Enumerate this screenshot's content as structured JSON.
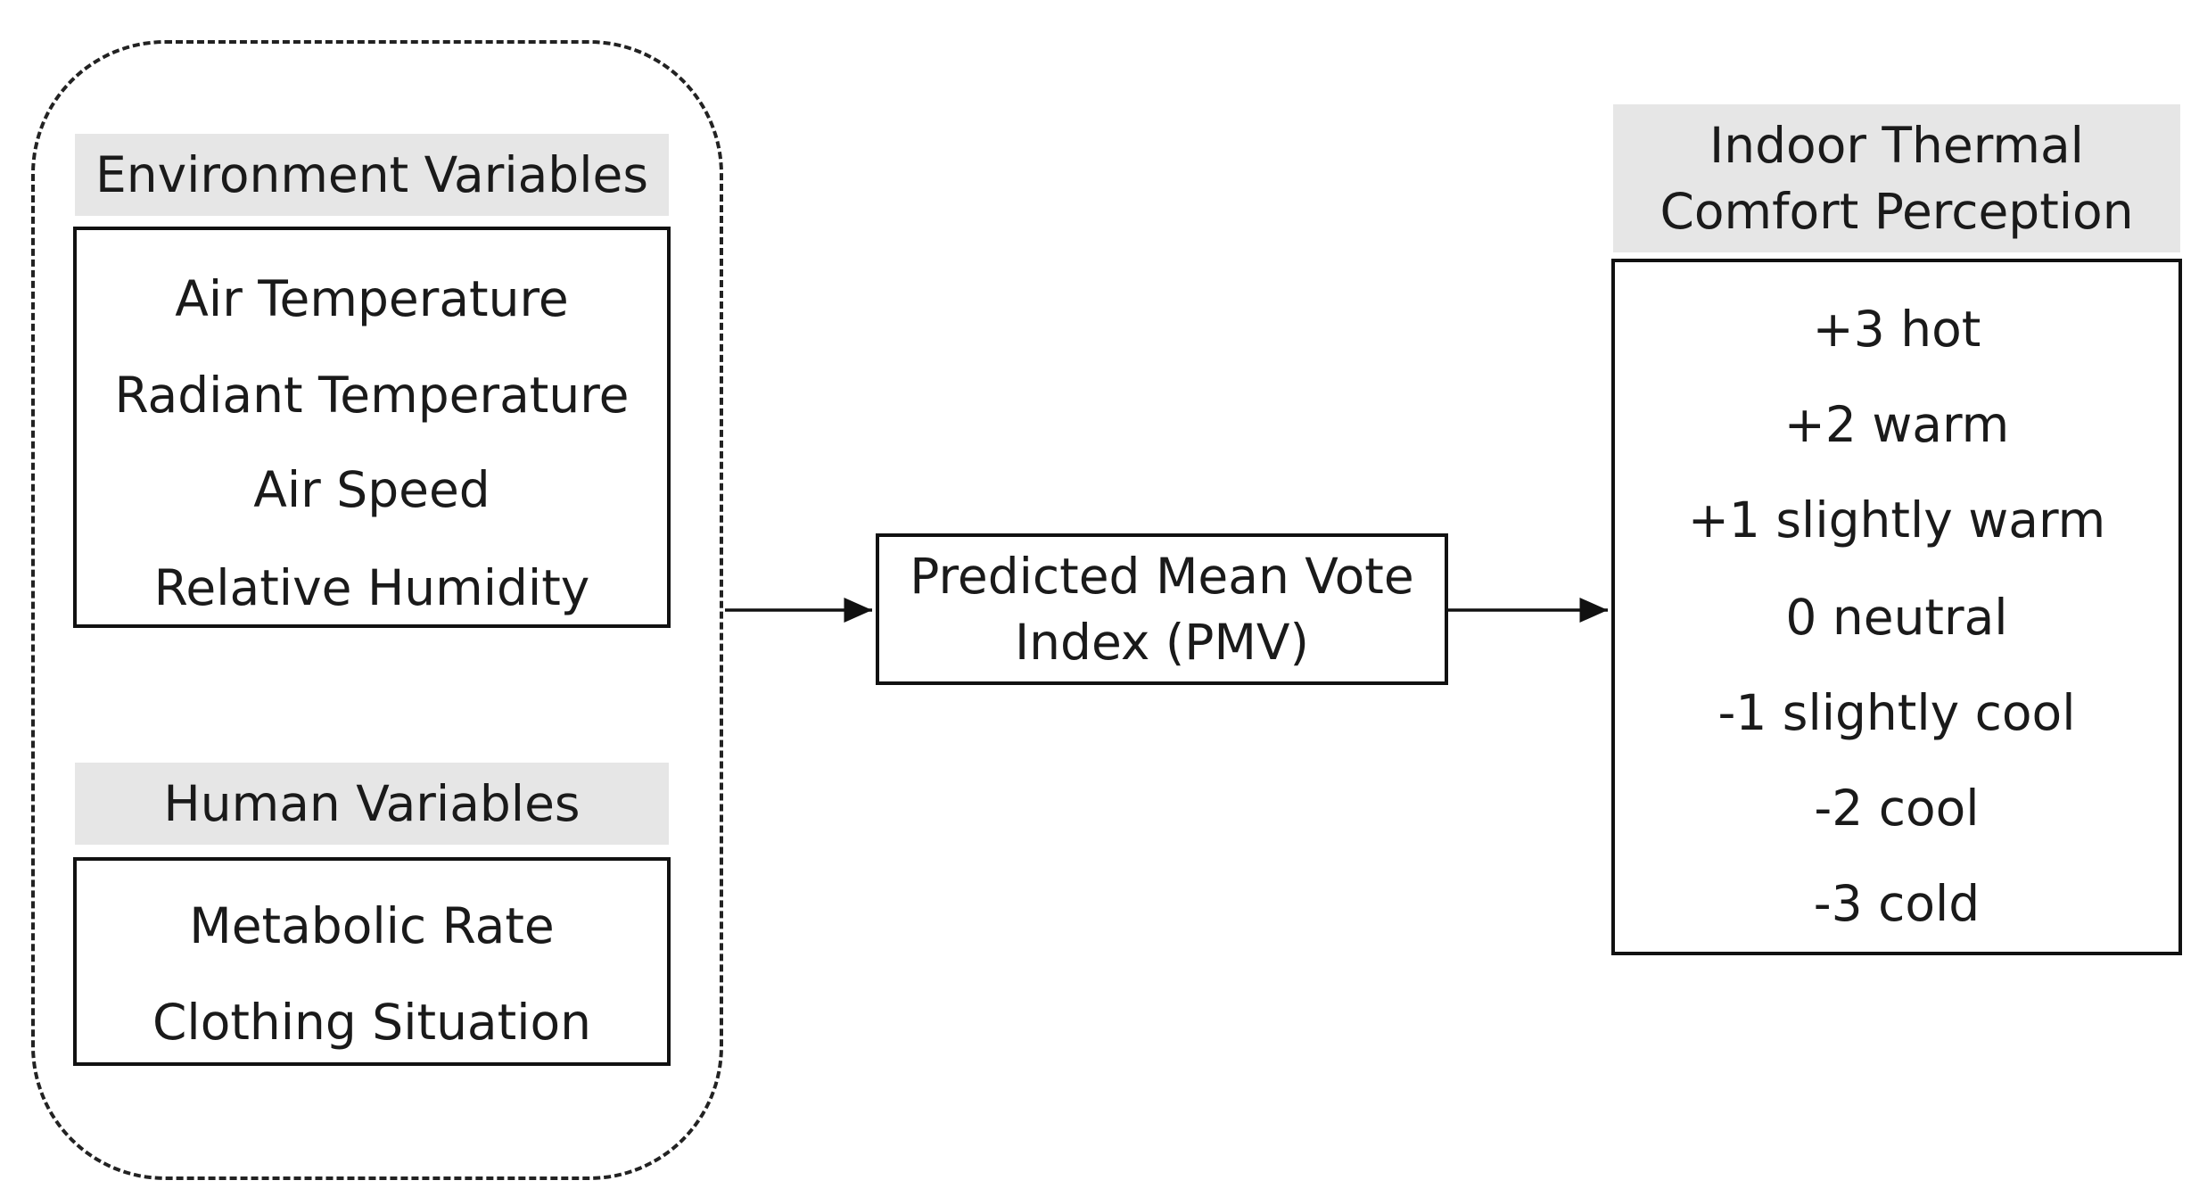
{
  "environment": {
    "header": "Environment Variables",
    "items": [
      "Air Temperature",
      "Radiant Temperature",
      "Air Speed",
      "Relative Humidity"
    ]
  },
  "human": {
    "header": "Human Variables",
    "items": [
      "Metabolic Rate",
      "Clothing Situation"
    ]
  },
  "pmv": {
    "line1": "Predicted Mean Vote",
    "line2": "Index (PMV)"
  },
  "perception": {
    "header_line1": "Indoor Thermal",
    "header_line2": "Comfort Perception",
    "items": [
      "+3 hot",
      "+2 warm",
      "+1 slightly warm",
      "0 neutral",
      "-1 slightly cool",
      "-2 cool",
      "-3 cold"
    ]
  }
}
